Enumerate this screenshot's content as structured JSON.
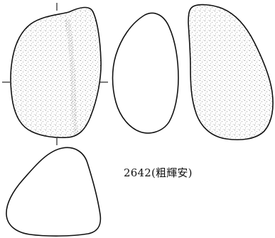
{
  "specimen": {
    "caption": "2642(粗輝安)"
  },
  "views": [
    {
      "id": "front-view",
      "texture": "stippled"
    },
    {
      "id": "side-view",
      "texture": "plain"
    },
    {
      "id": "back-view",
      "texture": "stippled"
    },
    {
      "id": "cross-section",
      "texture": "plain"
    }
  ],
  "colors": {
    "line": "#111111",
    "background": "#ffffff"
  }
}
